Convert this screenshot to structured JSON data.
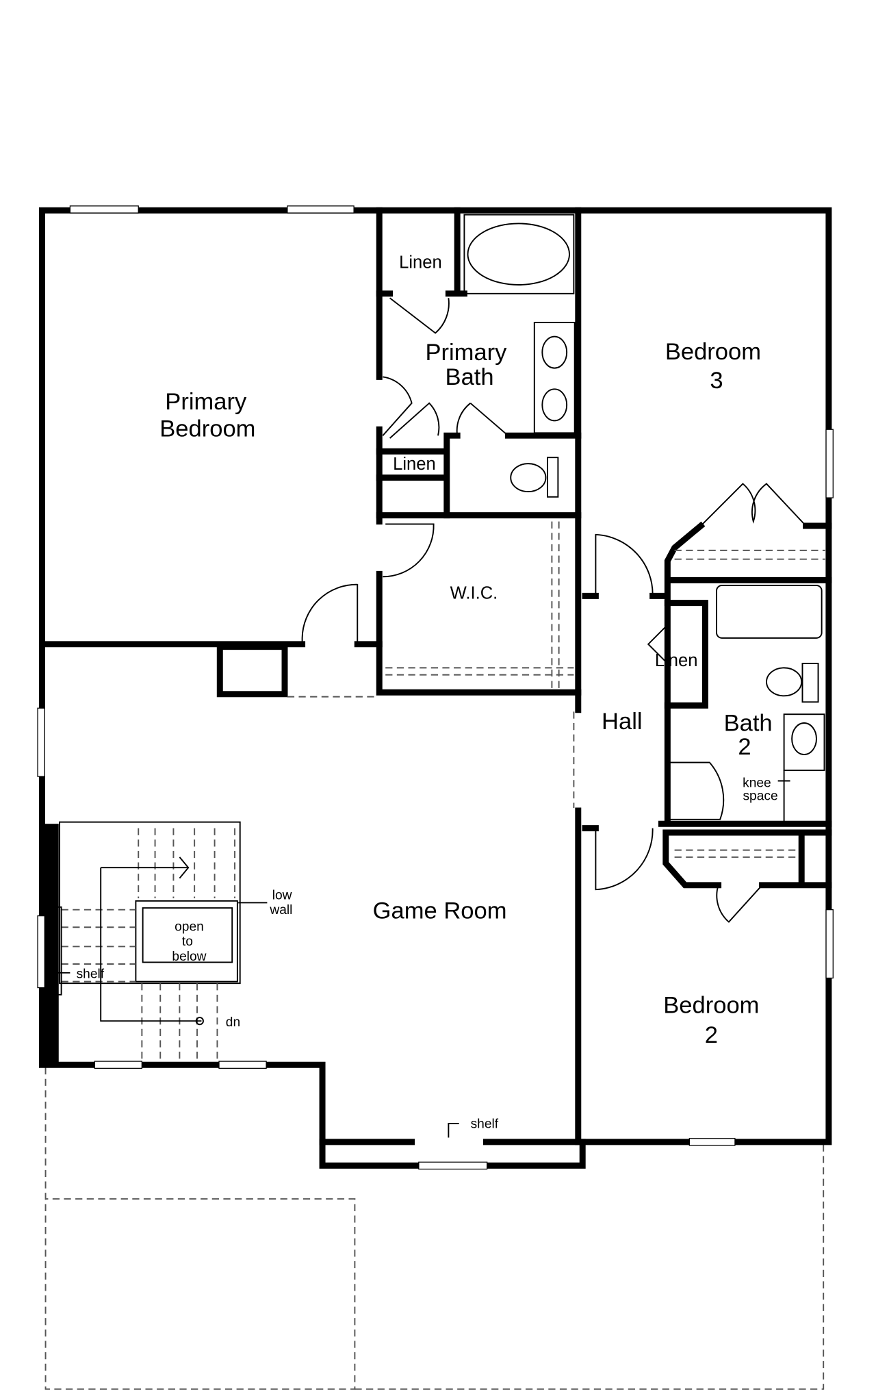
{
  "rooms": {
    "primary_bedroom": [
      "Primary",
      "Bedroom"
    ],
    "primary_bath": [
      "Primary",
      "Bath"
    ],
    "linen_top": "Linen",
    "linen_lower": "Linen",
    "bedroom3": [
      "Bedroom",
      "3"
    ],
    "wic": "W.I.C.",
    "hall": "Hall",
    "linen_hall": "Linen",
    "bath2": [
      "Bath",
      "2"
    ],
    "game_room": "Game Room",
    "bedroom2": [
      "Bedroom",
      "2"
    ]
  },
  "notes": {
    "knee_space": [
      "knee",
      "space"
    ],
    "low_wall": [
      "low",
      "wall"
    ],
    "open_to_below": [
      "open",
      "to",
      "below"
    ],
    "shelf_stair": "shelf",
    "dn": "dn",
    "shelf_game": "shelf"
  }
}
